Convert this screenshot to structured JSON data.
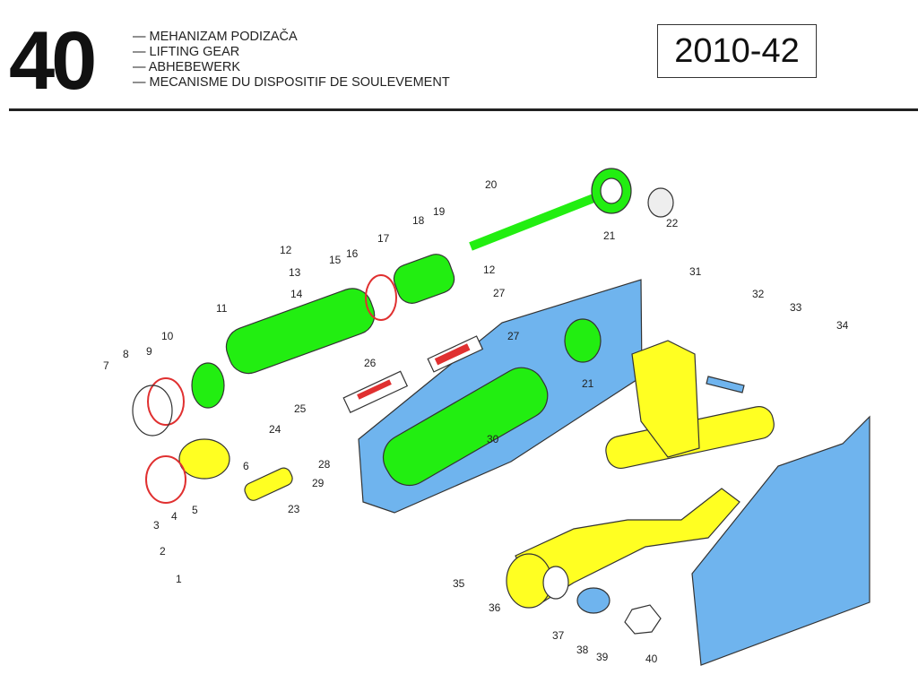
{
  "header": {
    "section_number": "40",
    "titles": [
      "— MEHANIZAM PODIZAČA",
      "— LIFTING GEAR",
      "— ABHEBEWERK",
      "— MECANISME DU DISPOSITIF DE SOULEVEMENT"
    ],
    "drawing_code": "2010-42"
  },
  "colors": {
    "cylinder": "#22ee11",
    "shaft": "#ffff22",
    "plate": "#6fb4ee",
    "seal": "#e03030"
  },
  "callouts": [
    "1",
    "2",
    "3",
    "4",
    "5",
    "6",
    "7",
    "8",
    "9",
    "10",
    "11",
    "12",
    "13",
    "14",
    "15",
    "16",
    "17",
    "18",
    "19",
    "20",
    "21",
    "22",
    "12",
    "27",
    "27",
    "21",
    "26",
    "25",
    "24",
    "28",
    "29",
    "23",
    "30",
    "31",
    "32",
    "33",
    "34",
    "35",
    "36",
    "37",
    "38",
    "39",
    "40"
  ]
}
